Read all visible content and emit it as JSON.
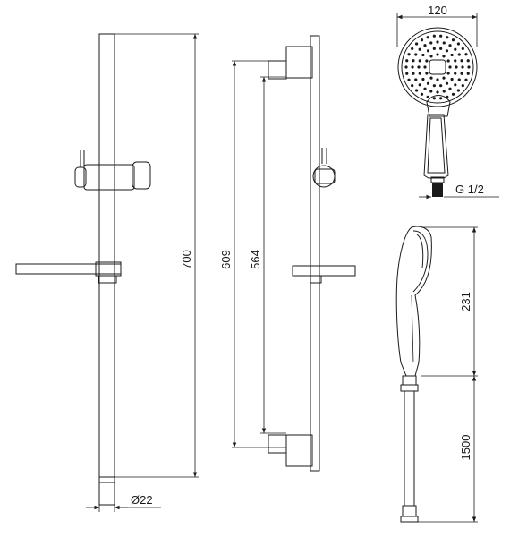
{
  "dimensions": {
    "rail_length": "700",
    "rail_diameter": "Ø22",
    "bracket_spacing_outer": "609",
    "bracket_spacing_inner": "564",
    "head_width": "120",
    "connection_thread": "G 1/2",
    "handshower_length": "231",
    "hose_length": "1500"
  }
}
